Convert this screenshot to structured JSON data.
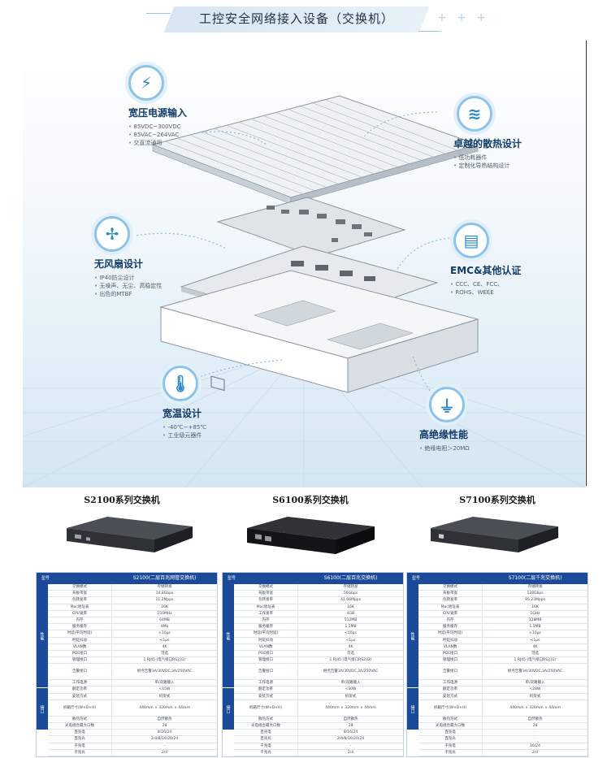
{
  "header": {
    "title": "工控安全网络接入设备（交换机）",
    "decor": "+ + +"
  },
  "features": {
    "power": {
      "icon": "power-plug-icon",
      "title": "宽压电源输入",
      "items": [
        "85VDC~300VDC",
        "85VAC~264VAC",
        "交直流通用"
      ]
    },
    "cooling": {
      "icon": "heat-sink-icon",
      "title": "卓越的散热设计",
      "items": [
        "低功耗器件",
        "定制化导热结构设计"
      ]
    },
    "fanless": {
      "icon": "fan-icon",
      "title": "无风扇设计",
      "items": [
        "IP40防尘设计",
        "无噪声、无尘、高稳定性",
        "出色的MTBF"
      ]
    },
    "emc": {
      "icon": "certificate-icon",
      "title": "EMC&其他认证",
      "items": [
        "CCC、CE、FCC、",
        "ROHS、WEEE"
      ]
    },
    "temp": {
      "icon": "thermometer-icon",
      "title": "宽温设计",
      "items": [
        "-40℃~+85℃",
        "工业级元器件"
      ]
    },
    "insulation": {
      "icon": "ground-icon",
      "title": "高绝缘性能",
      "items": [
        "绝缘电阻＞20MΩ"
      ]
    }
  },
  "products": [
    {
      "title": "S2100系列交换机",
      "color": "#2a2d31",
      "spec": {
        "col1": "型号",
        "col2": "S2100(二层百兆网管交换机)",
        "side": [
          "性能",
          "接口"
        ],
        "rows": [
          [
            "交换模式",
            "存储转发"
          ],
          [
            "背板带宽",
            "14.8Gbps"
          ],
          [
            "包转发率",
            "11.2Mpps"
          ],
          [
            "Mac地址表",
            "16K"
          ],
          [
            "CPU速率",
            "150MHz"
          ],
          [
            "内存",
            "64MB"
          ],
          [
            "服务缓存",
            "4Mb"
          ],
          [
            "时延(平均时延)",
            "<10μs"
          ],
          [
            "时延抖动",
            "<1μs"
          ],
          [
            "VLAN数",
            "4K"
          ],
          [
            "POE接口",
            "可选"
          ],
          [
            "管理接口",
            "1 RJ45 (电气接口RS232)"
          ],
          [
            "告警接口",
            "继点告警3A/30VDC,3A/250VAC"
          ],
          [
            "工作电源",
            "单/双路输入"
          ],
          [
            "额定功率",
            "<15W"
          ],
          [
            "安装方式",
            "机架式"
          ],
          [
            "机箱尺寸(W×D×H)",
            "440mm × 320mm × 44mm"
          ],
          [
            "散热方式",
            "自然散热"
          ],
          [
            "光电组合最大口数",
            "28"
          ],
          [
            "百兆电",
            "8/16/24"
          ],
          [
            "百兆光",
            "2/4/8/16/20/24"
          ],
          [
            "千兆电",
            "-"
          ],
          [
            "千兆光",
            "2/4"
          ]
        ]
      }
    },
    {
      "title": "S6100系列交换机",
      "color": "#1e1f22",
      "spec": {
        "col1": "型号",
        "col2": "S6100(二层百兆交换机)",
        "side": [
          "性能",
          "接口"
        ],
        "rows": [
          [
            "交换模式",
            "存储转发"
          ],
          [
            "背板带宽",
            "56Gbps"
          ],
          [
            "包转发率",
            "41.66Mpps"
          ],
          [
            "Mac地址表",
            "16K"
          ],
          [
            "工作速率",
            "4GB"
          ],
          [
            "内存",
            "512MB"
          ],
          [
            "服务缓存",
            "1.5MB"
          ],
          [
            "时延(平均时延)",
            "<10μs"
          ],
          [
            "时延抖动",
            "<1μs"
          ],
          [
            "VLAN数",
            "4K"
          ],
          [
            "POE接口",
            "可选"
          ],
          [
            "管理接口",
            "1 RJ45 (电气接口RS232)"
          ],
          [
            "告警接口",
            "继点告警3A/30VDC,3A/250VAC"
          ],
          [
            "工作电源",
            "单/双路输入"
          ],
          [
            "额定功率",
            "<30W"
          ],
          [
            "安装方式",
            "机架式"
          ],
          [
            "机箱尺寸(W×D×H)",
            "440mm × 320mm × 44mm"
          ],
          [
            "散热方式",
            "自然散热"
          ],
          [
            "光电组合最大口数",
            "28"
          ],
          [
            "百兆电",
            "8/16/24"
          ],
          [
            "百兆光",
            "2/4/8/16/20/24"
          ],
          [
            "千兆电",
            "-"
          ],
          [
            "千兆光",
            "2/4"
          ]
        ]
      }
    },
    {
      "title": "S7100系列交换机",
      "color": "#2a2d31",
      "spec": {
        "col1": "型号",
        "col2": "S7100(二层千兆交换机)",
        "side": [
          "性能",
          "接口"
        ],
        "rows": [
          [
            "交换模式",
            "存储转发"
          ],
          [
            "背板带宽",
            "128Gbps"
          ],
          [
            "包转发率",
            "95.23Mpps"
          ],
          [
            "Mac地址表",
            "16K"
          ],
          [
            "CPU速率",
            "1GHz"
          ],
          [
            "内存",
            "128MB"
          ],
          [
            "服务缓存",
            "1.5MB"
          ],
          [
            "时延(平均时延)",
            "<10μs"
          ],
          [
            "时延抖动",
            "<1μs"
          ],
          [
            "VLAN数",
            "4K"
          ],
          [
            "POE接口",
            "可选"
          ],
          [
            "管理接口",
            "1 RJ45 (电气接口RS232)"
          ],
          [
            "告警接口",
            "继点告警3A/30VDC,3A/250VAC"
          ],
          [
            "工作电源",
            "单/双路输入"
          ],
          [
            "额定功率",
            "<28W"
          ],
          [
            "安装方式",
            "机架式"
          ],
          [
            "机箱尺寸(W×D×H)",
            "440mm × 320mm × 44mm"
          ],
          [
            "散热方式",
            "自然散热"
          ],
          [
            "光电组合最大口数",
            "28"
          ],
          [
            "百兆电",
            "-"
          ],
          [
            "百兆光",
            "-"
          ],
          [
            "千兆电",
            "16/24"
          ],
          [
            "千兆光",
            "2/4"
          ]
        ]
      }
    }
  ]
}
